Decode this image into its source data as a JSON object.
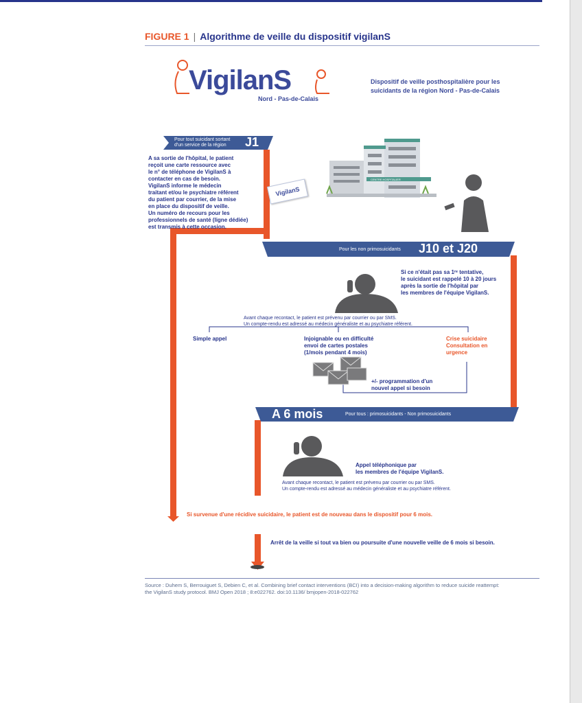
{
  "figure": {
    "label": "FIGURE 1",
    "separator": "|",
    "title": "Algorithme de veille du dispositif vigilanS"
  },
  "logo": {
    "name": "VigilanS",
    "region": "Nord - Pas-de-Calais",
    "card_text": "VigilanS"
  },
  "intro": {
    "line1": "Dispositif de veille posthospitalière pour les",
    "line2": "suicidants de la région Nord - Pas-de-Calais"
  },
  "hospital_sign": "CENTRE HOSPITALIER",
  "j1": {
    "banner_line1": "Pour tout suicidant sortant",
    "banner_line2": "d'un service de la région",
    "label": "J1",
    "text": [
      "A sa sortie de l'hôpital, le patient",
      "reçoit une carte ressource avec",
      "le n° de téléphone de VigilanS à",
      "contacter en cas de besoin.",
      "VigilanS informe le médecin",
      "traitant et/ou le psychiatre référent",
      "du patient par courrier, de la mise",
      "en place du dispositif de veille.",
      "Un numéro de recours pour les",
      "professionnels de santé (ligne dédiée)",
      "est transmis à cette occasion."
    ]
  },
  "j10": {
    "banner_label": "Pour les non primosuicidants",
    "label": "J10 et J20",
    "text": [
      "Si ce n'était pas sa 1ʳᵉ tentative,",
      "le suicidant est rappelé 10 à 20 jours",
      "après la sortie de l'hôpital par",
      "les membres de l'équipe VigilanS."
    ],
    "contact_line1": "Avant chaque recontact, le patient est prévenu par courrier ou par SMS.",
    "contact_line2": "Un compte-rendu est adressé au médecin généraliste et au psychiatre référent.",
    "branch_left": "Simple appel",
    "branch_middle": [
      "Injoignable ou en difficulté",
      "envoi de cartes postales",
      "(1/mois pendant 4 mois)"
    ],
    "branch_right": [
      "Crise suicidaire",
      "Consultation en",
      "urgence"
    ],
    "reprogram": [
      "+/- programmation d'un",
      "nouvel appel si besoin"
    ]
  },
  "m6": {
    "label": "A 6 mois",
    "banner_label": "Pour tous : primosuicidants - Non primosuicidants",
    "call": [
      "Appel téléphonique par",
      "les membres de l'équipe VigilanS."
    ],
    "contact_line1": "Avant chaque recontact, le patient est prévenu par courrier ou par SMS.",
    "contact_line2": "Un compte-rendu est adressé au médecin généraliste et au psychiatre référent."
  },
  "recidive": "Si survenue d'une récidive suicidaire,  le patient est de nouveau dans le dispositif pour 6 mois.",
  "end": "Arrêt de la veille si tout va bien ou poursuite d'une nouvelle veille de 6 mois si besoin.",
  "source": {
    "line1": "Source : Duhem S, Berrouiguet S, Debien C, et al. Combining brief contact interventions (BCI) into a decision-making algorithm to reduce suicide reattempt:",
    "line2": "the VigilanS study protocol. BMJ Open 2018 ; 8:e022762. doi:10.1136/ bmjopen-2018-022762"
  },
  "colors": {
    "navy": "#27348b",
    "orange": "#e8562a",
    "banner_blue": "#3d5a96"
  }
}
